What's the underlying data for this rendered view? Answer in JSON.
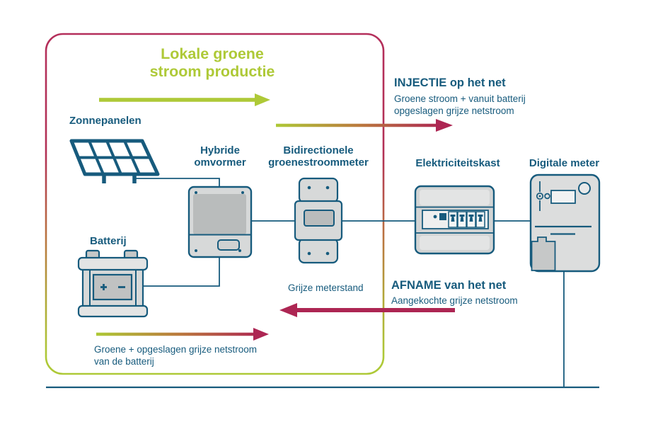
{
  "colors": {
    "teal": "#175b7d",
    "lime": "#aec937",
    "crimson": "#ad2653",
    "gray_fill": "#d7d9d9",
    "gray_mid": "#b9bcbc",
    "gray_light": "#e3e4e4"
  },
  "frame": {
    "title_line1": "Lokale groene",
    "title_line2": "stroom productie"
  },
  "nodes": [
    {
      "label": "Zonnepanelen",
      "icon": "solar-panel-icon"
    },
    {
      "label": "Batterij",
      "icon": "battery-icon"
    },
    {
      "label": "Hybride omvormer",
      "icon": "inverter-icon"
    },
    {
      "label": "Bidirectionele groenestroommeter",
      "icon": "bidirectional-meter-icon"
    },
    {
      "label": "Elektriciteitskast",
      "icon": "fuse-box-icon"
    },
    {
      "label": "Digitale meter",
      "icon": "digital-meter-icon"
    }
  ],
  "annotations": {
    "injection": {
      "title": "INJECTIE op het net",
      "line1": "Groene stroom + vanuit batterij",
      "line2": "opgeslagen grijze netstroom"
    },
    "offtake": {
      "title": "AFNAME van het net",
      "line1": "Aangekochte grijze netstroom"
    },
    "meter_reading": "Grijze meterstand",
    "battery_note_line1": "Groene + opgeslagen grijze netstroom",
    "battery_note_line2": "van de batterij"
  },
  "arrows": [
    {
      "name": "local-green-production-arrow",
      "direction": "right",
      "color": "lime"
    },
    {
      "name": "injection-arrow",
      "direction": "right",
      "color": "lime-to-crimson"
    },
    {
      "name": "offtake-arrow",
      "direction": "left",
      "color": "crimson"
    },
    {
      "name": "battery-discharge-arrow",
      "direction": "right",
      "color": "lime-to-crimson"
    }
  ]
}
